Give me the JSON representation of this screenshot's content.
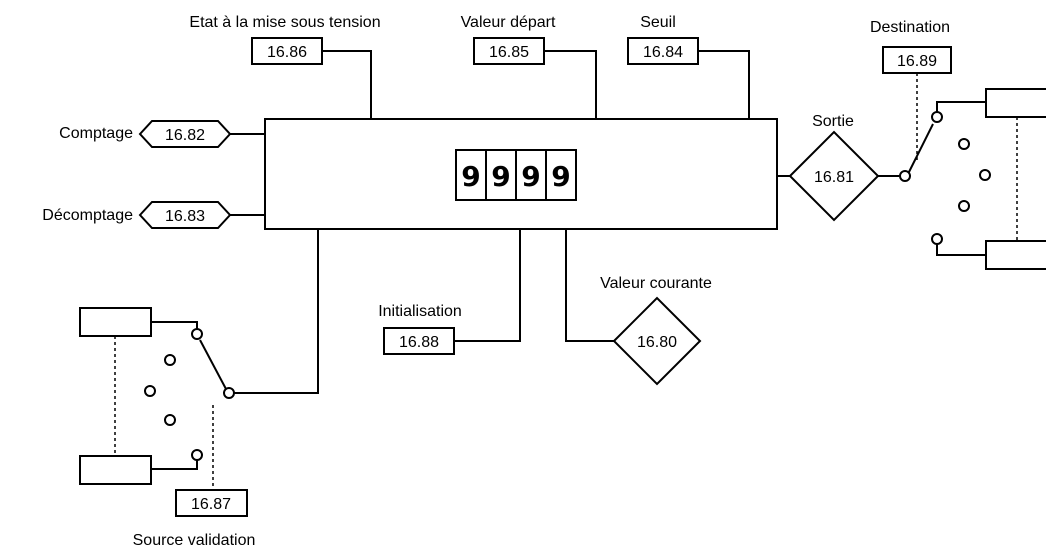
{
  "labels": {
    "power_on_state": "Etat à la mise sous tension",
    "start_value": "Valeur départ",
    "threshold": "Seuil",
    "destination": "Destination",
    "output": "Sortie",
    "count_up": "Comptage",
    "count_down": "Décomptage",
    "reset": "Initialisation",
    "current_value": "Valeur courante",
    "enable_source": "Source validation"
  },
  "params": {
    "power_on_state": "16.86",
    "start_value": "16.85",
    "threshold": "16.84",
    "destination": "16.89",
    "output": "16.81",
    "count_up": "16.82",
    "count_down": "16.83",
    "reset": "16.88",
    "current_value": "16.80",
    "enable_source": "16.87"
  },
  "counter": {
    "digits": [
      "9",
      "9",
      "9",
      "9"
    ]
  }
}
